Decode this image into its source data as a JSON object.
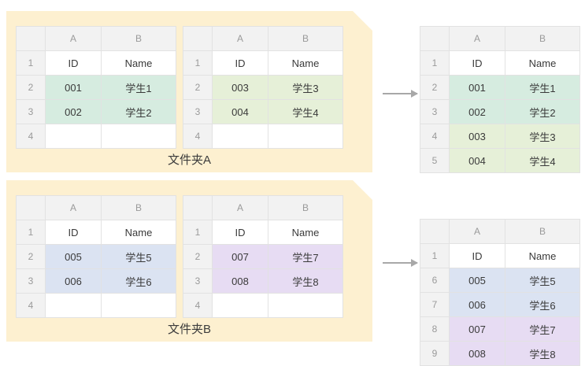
{
  "folders": [
    {
      "label": "文件夹A",
      "sheets": [
        {
          "name": "sheet-a1",
          "columns": [
            "A",
            "B"
          ],
          "rows": [
            {
              "num": "1",
              "cells": [
                "ID",
                "Name"
              ],
              "fill": "none"
            },
            {
              "num": "2",
              "cells": [
                "001",
                "学生1"
              ],
              "fill": "fill-green"
            },
            {
              "num": "3",
              "cells": [
                "002",
                "学生2"
              ],
              "fill": "fill-green"
            },
            {
              "num": "4",
              "cells": [
                "",
                ""
              ],
              "fill": "none"
            }
          ]
        },
        {
          "name": "sheet-a2",
          "columns": [
            "A",
            "B"
          ],
          "rows": [
            {
              "num": "1",
              "cells": [
                "ID",
                "Name"
              ],
              "fill": "none"
            },
            {
              "num": "2",
              "cells": [
                "003",
                "学生3"
              ],
              "fill": "fill-lightgreen"
            },
            {
              "num": "3",
              "cells": [
                "004",
                "学生4"
              ],
              "fill": "fill-lightgreen"
            },
            {
              "num": "4",
              "cells": [
                "",
                ""
              ],
              "fill": "none"
            }
          ]
        }
      ],
      "result": {
        "name": "merged-sheet-a",
        "columns": [
          "A",
          "B"
        ],
        "rows": [
          {
            "num": "1",
            "cells": [
              "ID",
              "Name"
            ],
            "fill": "none"
          },
          {
            "num": "2",
            "cells": [
              "001",
              "学生1"
            ],
            "fill": "fill-green"
          },
          {
            "num": "3",
            "cells": [
              "002",
              "学生2"
            ],
            "fill": "fill-green"
          },
          {
            "num": "4",
            "cells": [
              "003",
              "学生3"
            ],
            "fill": "fill-lightgreen"
          },
          {
            "num": "5",
            "cells": [
              "004",
              "学生4"
            ],
            "fill": "fill-lightgreen"
          }
        ]
      }
    },
    {
      "label": "文件夹B",
      "sheets": [
        {
          "name": "sheet-b1",
          "columns": [
            "A",
            "B"
          ],
          "rows": [
            {
              "num": "1",
              "cells": [
                "ID",
                "Name"
              ],
              "fill": "none"
            },
            {
              "num": "2",
              "cells": [
                "005",
                "学生5"
              ],
              "fill": "fill-blue"
            },
            {
              "num": "3",
              "cells": [
                "006",
                "学生6"
              ],
              "fill": "fill-blue"
            },
            {
              "num": "4",
              "cells": [
                "",
                ""
              ],
              "fill": "none"
            }
          ]
        },
        {
          "name": "sheet-b2",
          "columns": [
            "A",
            "B"
          ],
          "rows": [
            {
              "num": "1",
              "cells": [
                "ID",
                "Name"
              ],
              "fill": "none"
            },
            {
              "num": "2",
              "cells": [
                "007",
                "学生7"
              ],
              "fill": "fill-purple"
            },
            {
              "num": "3",
              "cells": [
                "008",
                "学生8"
              ],
              "fill": "fill-purple"
            },
            {
              "num": "4",
              "cells": [
                "",
                ""
              ],
              "fill": "none"
            }
          ]
        }
      ],
      "result": {
        "name": "merged-sheet-b",
        "columns": [
          "A",
          "B"
        ],
        "rows": [
          {
            "num": "1",
            "cells": [
              "ID",
              "Name"
            ],
            "fill": "none"
          },
          {
            "num": "6",
            "cells": [
              "005",
              "学生5"
            ],
            "fill": "fill-blue"
          },
          {
            "num": "7",
            "cells": [
              "006",
              "学生6"
            ],
            "fill": "fill-blue"
          },
          {
            "num": "8",
            "cells": [
              "007",
              "学生7"
            ],
            "fill": "fill-purple"
          },
          {
            "num": "9",
            "cells": [
              "008",
              "学生8"
            ],
            "fill": "fill-purple"
          }
        ]
      }
    }
  ],
  "colors": {
    "folder_bg": "#fdf0d0",
    "arrow": "#a8a8a8",
    "header_bg": "#f2f2f2",
    "grid": "#e2e2e2"
  }
}
